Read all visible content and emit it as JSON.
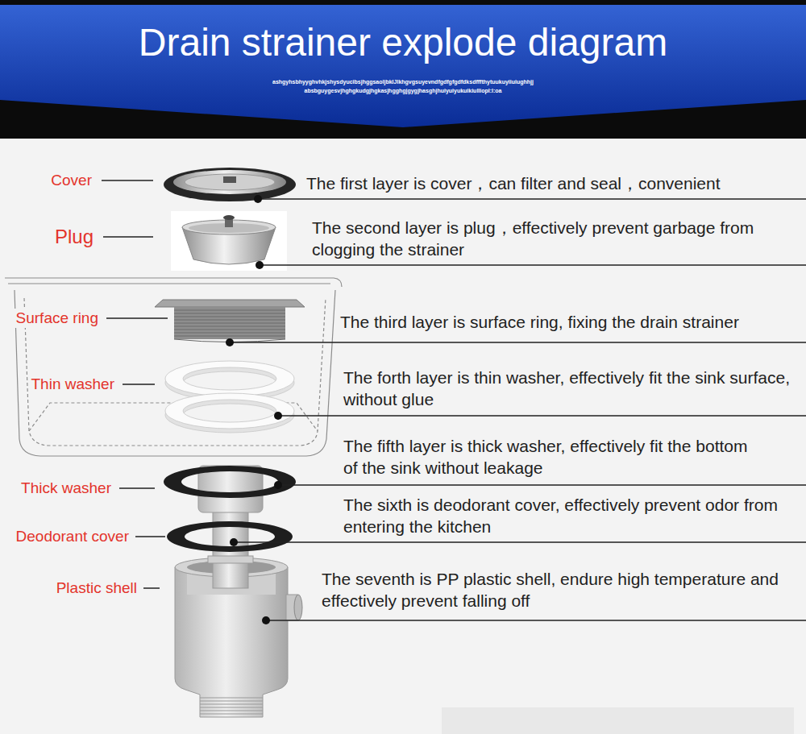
{
  "diagram": {
    "title": "Drain strainer explode diagram",
    "labels": [
      "ashgyhsbhyyghvhkjshysdyucibsjhggsaoljbklJlkhgvgsuyevndfgdfgfgdfdksdfffthytuukuyiiuiughhjj",
      "absbguygesvjhghgkudgjhgkasjhgghgjgygjhasghjhuiyuiyukuikiulliopl:l:oa",
      "Cover",
      "The first layer is cover，can filter and seal，convenient",
      "Plug",
      "The second layer is plug，effectively prevent garbage from clogging the strainer",
      "Surface ring",
      "The third layer is surface ring, fixing the drain strainer",
      "Thin washer",
      "The forth layer is thin washer, effectively fit the sink surface, without glue",
      "The fifth layer is thick washer, effectively fit the bottom of the sink without leakage",
      "Thick washer",
      "The sixth is deodorant cover, effectively prevent odor from entering the kitchen",
      "Deodorant cover",
      "Plastic shell",
      "The seventh is PP plastic shell, endure high temperature and effectively prevent falling off"
    ]
  }
}
